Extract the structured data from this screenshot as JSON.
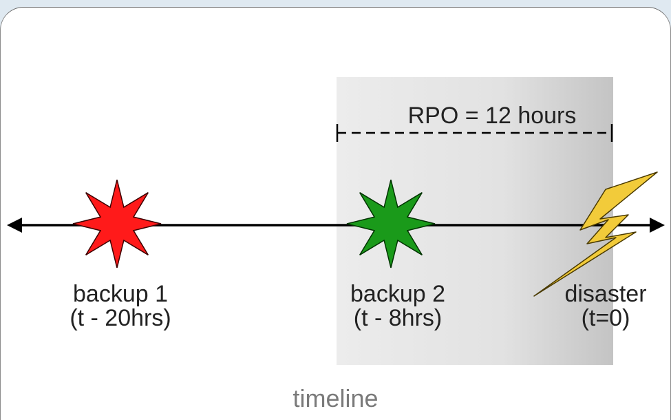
{
  "rpo": {
    "label": "RPO = 12 hours"
  },
  "events": [
    {
      "name": "backup 1",
      "time": "(t - 20hrs)",
      "icon": "red-star-icon",
      "color": "#ff1a1a"
    },
    {
      "name": "backup 2",
      "time": "(t - 8hrs)",
      "icon": "green-star-icon",
      "color": "#1a9a1a"
    },
    {
      "name": "disaster",
      "time": "(t=0)",
      "icon": "lightning-bolt-icon",
      "color": "#f2cb3a"
    }
  ],
  "caption": "timeline"
}
